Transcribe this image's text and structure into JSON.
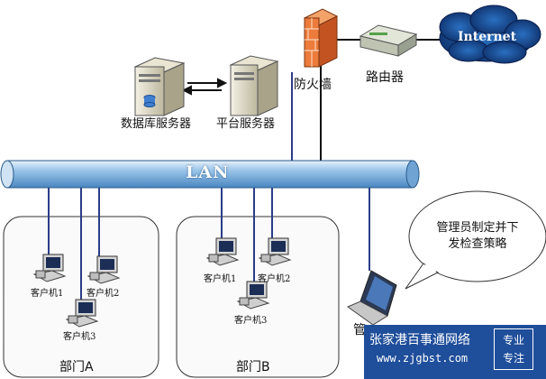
{
  "lan": "LAN",
  "internet": "Internet",
  "router": "路由器",
  "firewall": "防火墙",
  "db_server": "数据库服务器",
  "platform_server": "平台服务器",
  "dept_a": {
    "name": "部门A",
    "clients": [
      "客户机1",
      "客户机2",
      "客户机3"
    ]
  },
  "dept_b": {
    "name": "部门B",
    "clients": [
      "客户机1",
      "客户机2",
      "客户机3"
    ]
  },
  "admin_partial": "管",
  "bubble": "管理员制定并下发检查策略",
  "watermark": {
    "name": "张家港百事通网络",
    "url": "www.zjgbst.com",
    "tag1": "专业",
    "tag2": "专注"
  }
}
